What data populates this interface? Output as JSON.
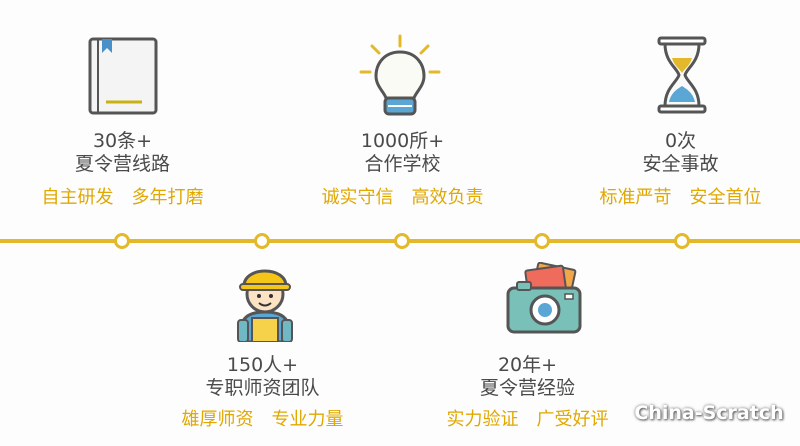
{
  "stats": [
    {
      "number": "30条+",
      "label": "夏令营线路",
      "tags": [
        "自主研发",
        "多年打磨"
      ],
      "icon": "book-icon"
    },
    {
      "number": "1000所+",
      "label": "合作学校",
      "tags": [
        "诚实守信",
        "高效负责"
      ],
      "icon": "lightbulb-icon"
    },
    {
      "number": "0次",
      "label": "安全事故",
      "tags": [
        "标准严苛",
        "安全首位"
      ],
      "icon": "hourglass-icon"
    },
    {
      "number": "150人+",
      "label": "专职师资团队",
      "tags": [
        "雄厚师资",
        "专业力量"
      ],
      "icon": "teacher-icon"
    },
    {
      "number": "20年+",
      "label": "夏令营经验",
      "tags": [
        "实力验证",
        "广受好评"
      ],
      "icon": "camera-icon"
    }
  ],
  "watermark": "China-Scratch",
  "colors": {
    "accent": "#e3b92b",
    "tag_text": "#e0a800",
    "body_text": "#4a4a4a"
  }
}
